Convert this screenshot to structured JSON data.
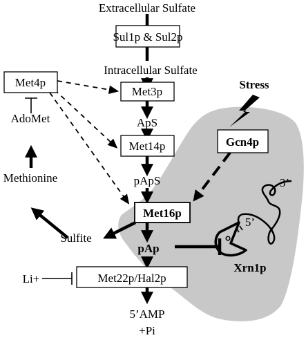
{
  "diagram": {
    "nodes": {
      "extracellular_sulfate": "Extracellular Sulfate",
      "sul": "Sul1p & Sul2p",
      "intracellular_sulfate": "Intracellular Sulfate",
      "met4": "Met4p",
      "met3": "Met3p",
      "aps": "ApS",
      "met14": "Met14p",
      "paps": "pApS",
      "met16": "Met16p",
      "adomet": "AdoMet",
      "methionine": "Methionine",
      "sulfite": "Sulfite",
      "pap": "pAp",
      "met22": "Met22p/Hal2p",
      "li": "Li+",
      "amp": "5’AMP",
      "pi": "+Pi",
      "stress": "Stress",
      "gcn4": "Gcn4p",
      "xrn1": "Xrn1p",
      "rna_3": "3’",
      "rna_5": "5’"
    },
    "colors": {
      "stress_region": "#c8c8c8",
      "line": "#000000",
      "box_fill": "#ffffff"
    },
    "icons": {
      "stress": "lightning-bolt-icon",
      "rna": "rna-strand-icon",
      "xrn1": "exonuclease-pacman-icon"
    }
  }
}
